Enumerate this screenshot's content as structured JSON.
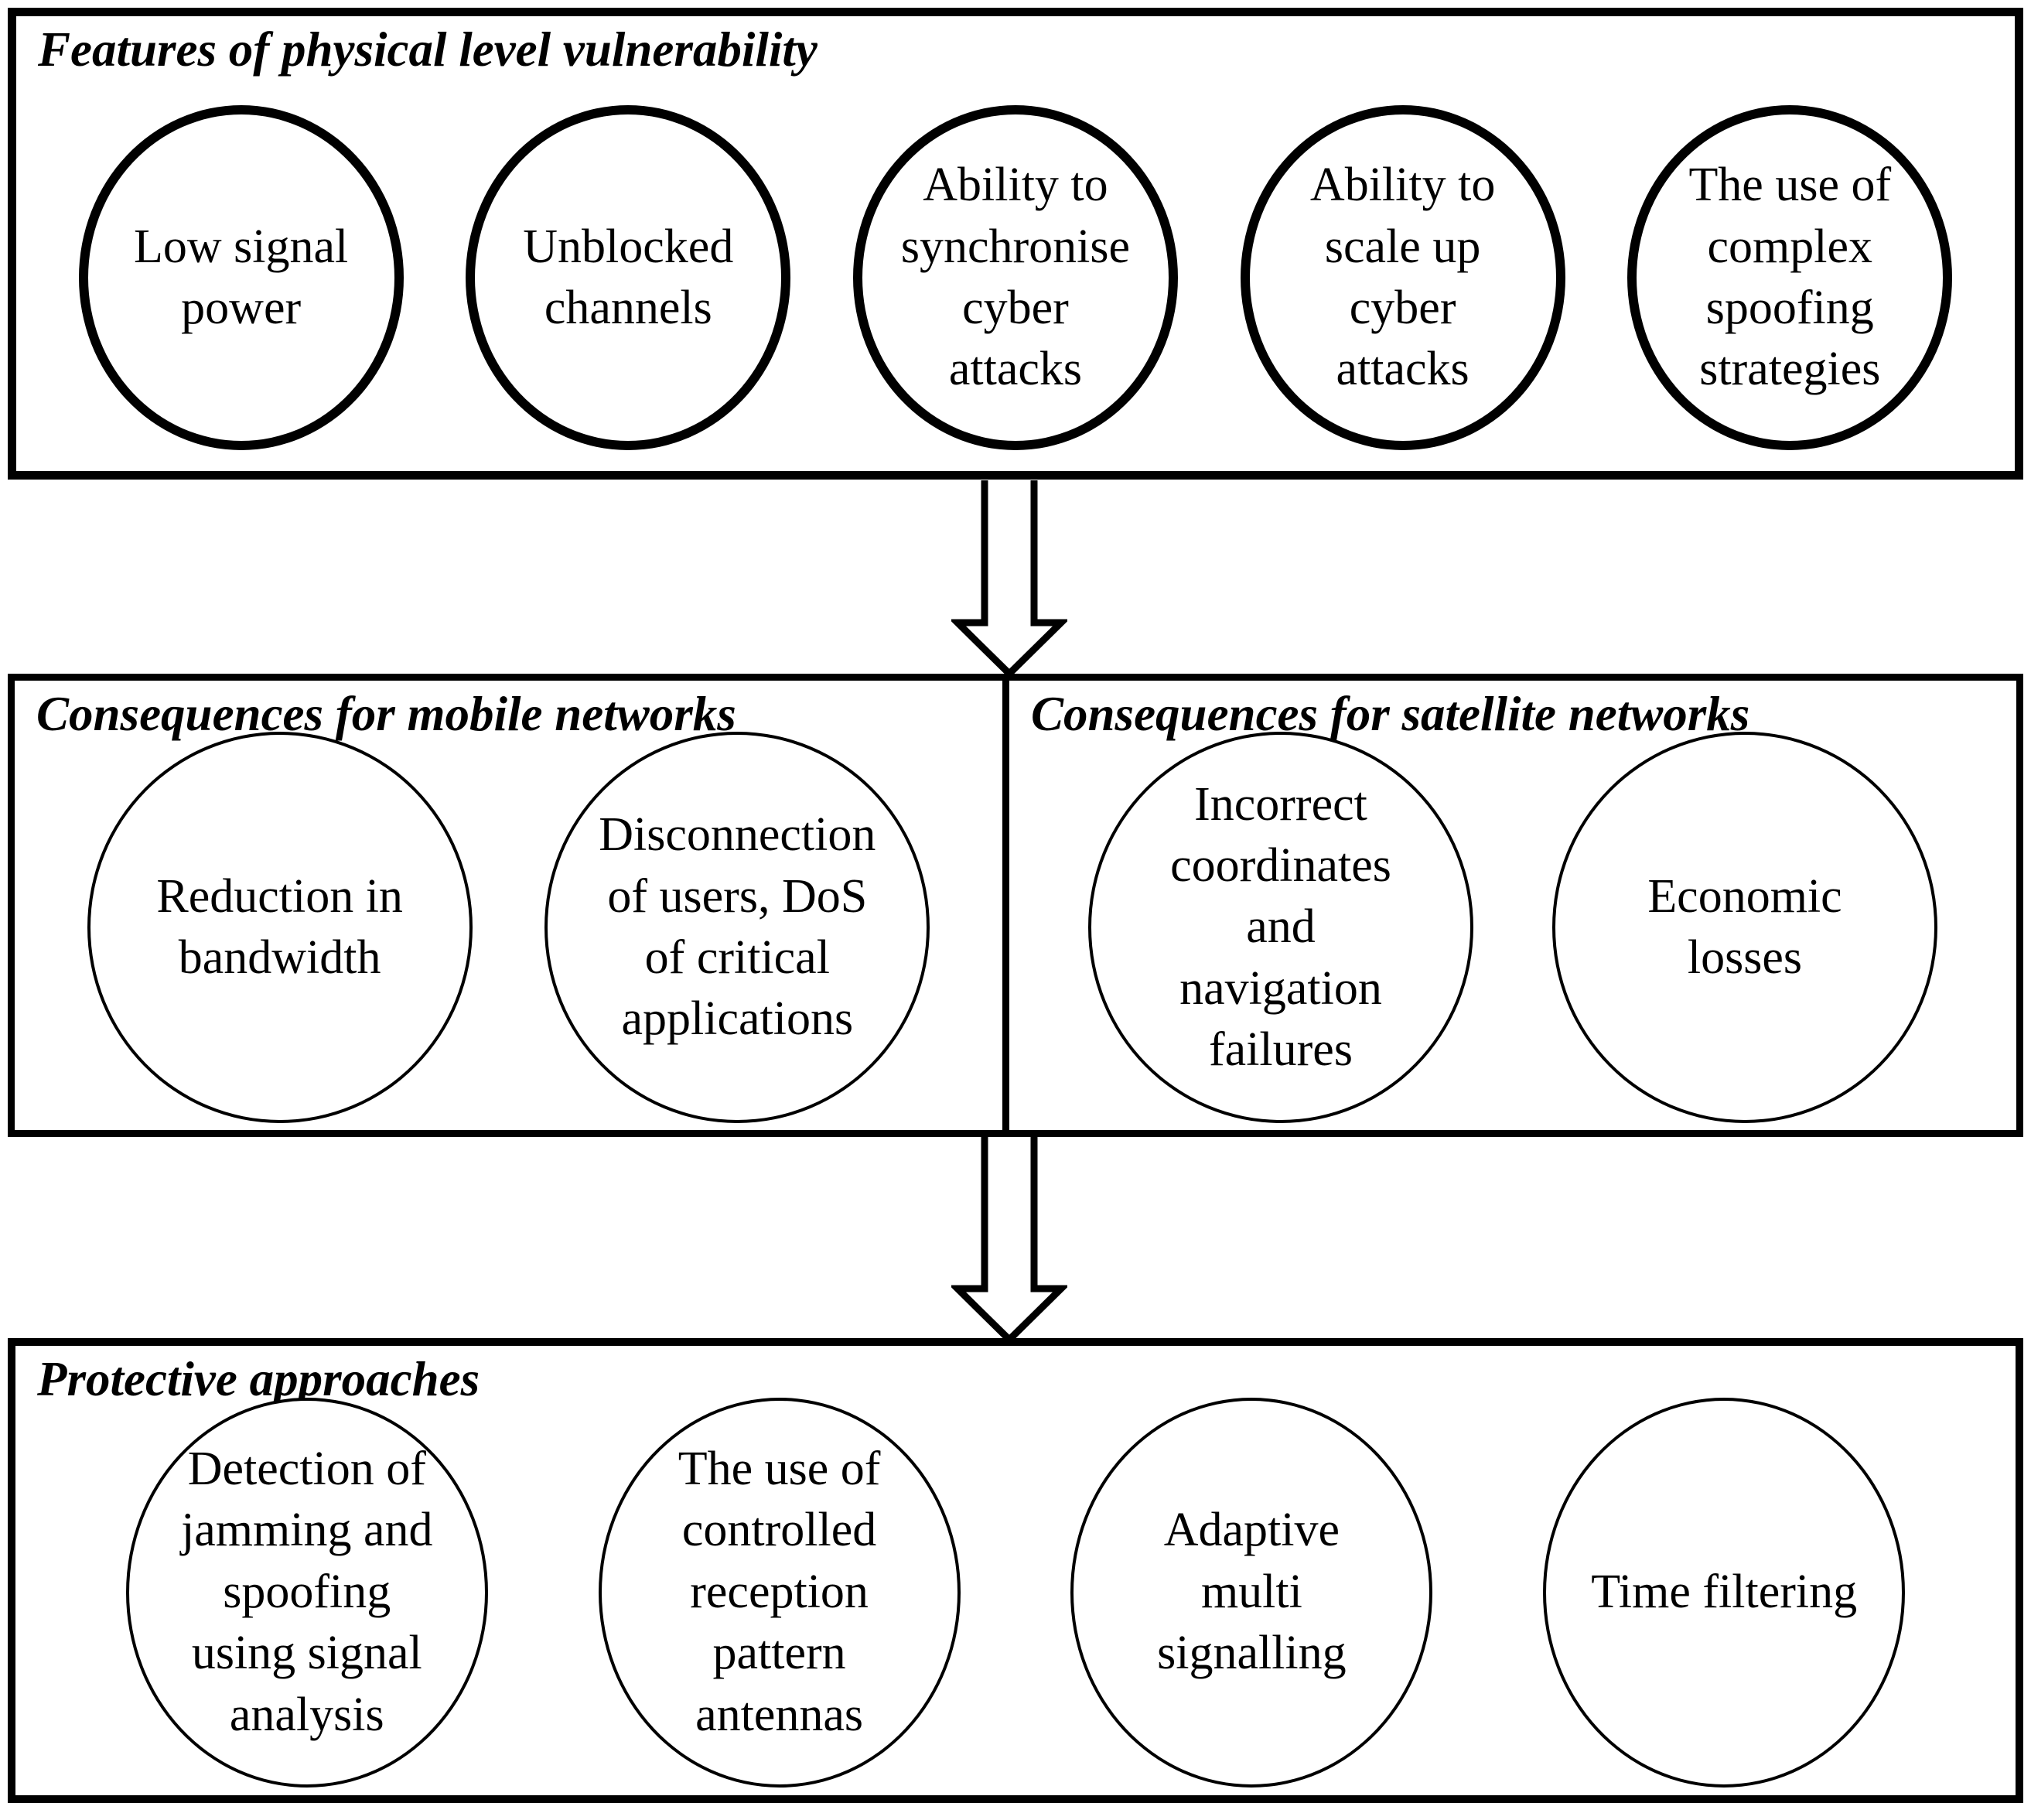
{
  "colors": {
    "ink": "#000000",
    "background": "#ffffff"
  },
  "diagram": {
    "features": {
      "title": "Features of physical level vulnerability",
      "circles": [
        "Low signal\npower",
        "Unblocked\nchannels",
        "Ability to\nsynchronise\ncyber\nattacks",
        "Ability to\nscale up\ncyber\nattacks",
        "The use of\ncomplex\nspoofing\nstrategies"
      ]
    },
    "mobile": {
      "title": "Consequences for mobile networks",
      "circles": [
        "Reduction in\nbandwidth",
        "Disconnection\nof users, DoS\nof critical\napplications"
      ]
    },
    "satellite": {
      "title": "Consequences for satellite networks",
      "circles": [
        "Incorrect\ncoordinates\nand\nnavigation\nfailures",
        "Economic\nlosses"
      ]
    },
    "protective": {
      "title": "Protective approaches",
      "circles": [
        "Detection of\njamming and\nspoofing\nusing signal\nanalysis",
        "The use of\ncontrolled\nreception\npattern\nantennas",
        "Adaptive\nmulti\nsignalling",
        "Time filtering"
      ]
    }
  }
}
